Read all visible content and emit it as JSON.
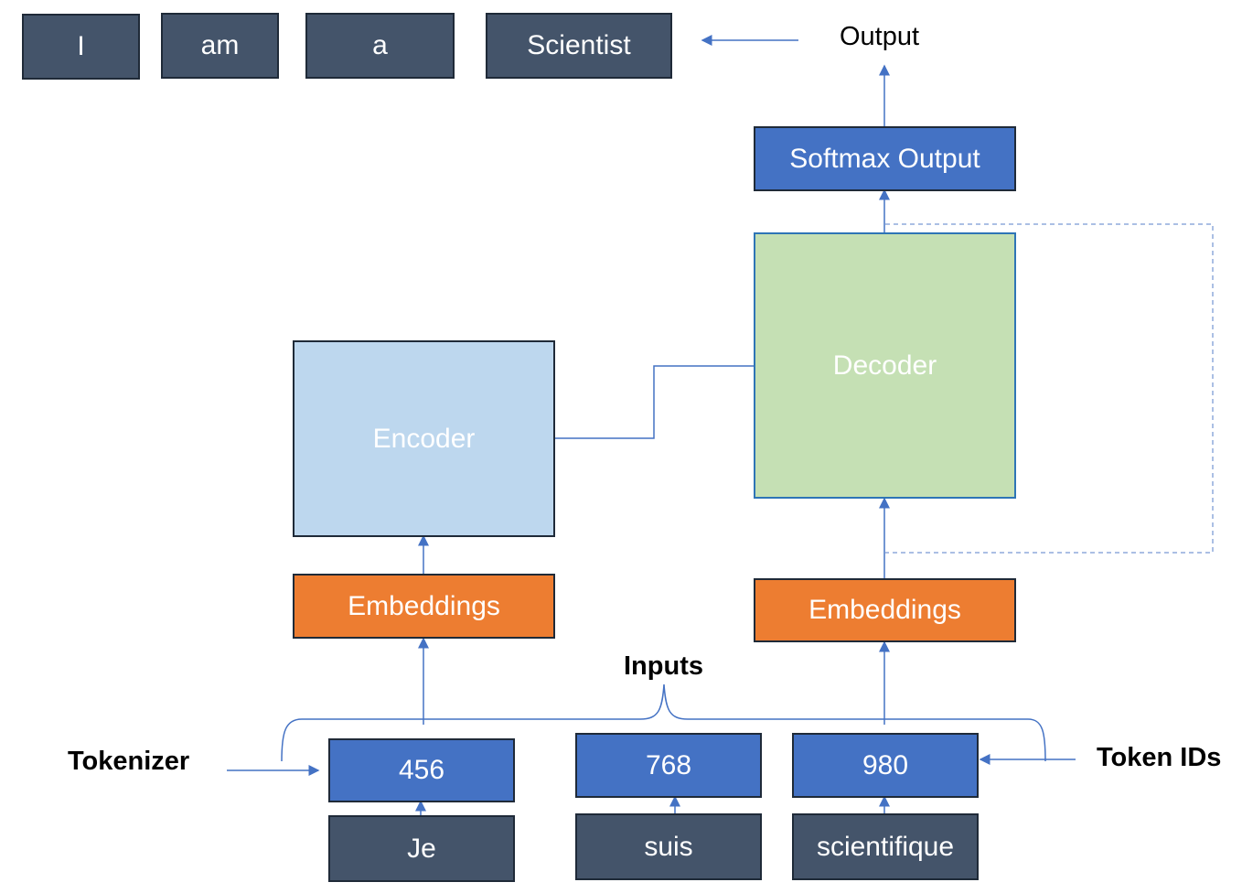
{
  "output_tokens": [
    "I",
    "am",
    "a",
    "Scientist"
  ],
  "labels": {
    "output": "Output",
    "inputs": "Inputs",
    "tokenizer": "Tokenizer",
    "token_ids": "Token IDs"
  },
  "blocks": {
    "softmax": "Softmax Output",
    "decoder": "Decoder",
    "encoder": "Encoder",
    "embeddings_left": "Embeddings",
    "embeddings_right": "Embeddings"
  },
  "token_ids": [
    "456",
    "768",
    "980"
  ],
  "input_words": [
    "Je",
    "suis",
    "scientifique"
  ],
  "colors": {
    "token_box": "#44546a",
    "softmax_and_ids": "#4472c4",
    "embeddings": "#ed7d31",
    "encoder": "#bdd7ee",
    "decoder": "#c5e0b4",
    "connector": "#4472c4"
  }
}
